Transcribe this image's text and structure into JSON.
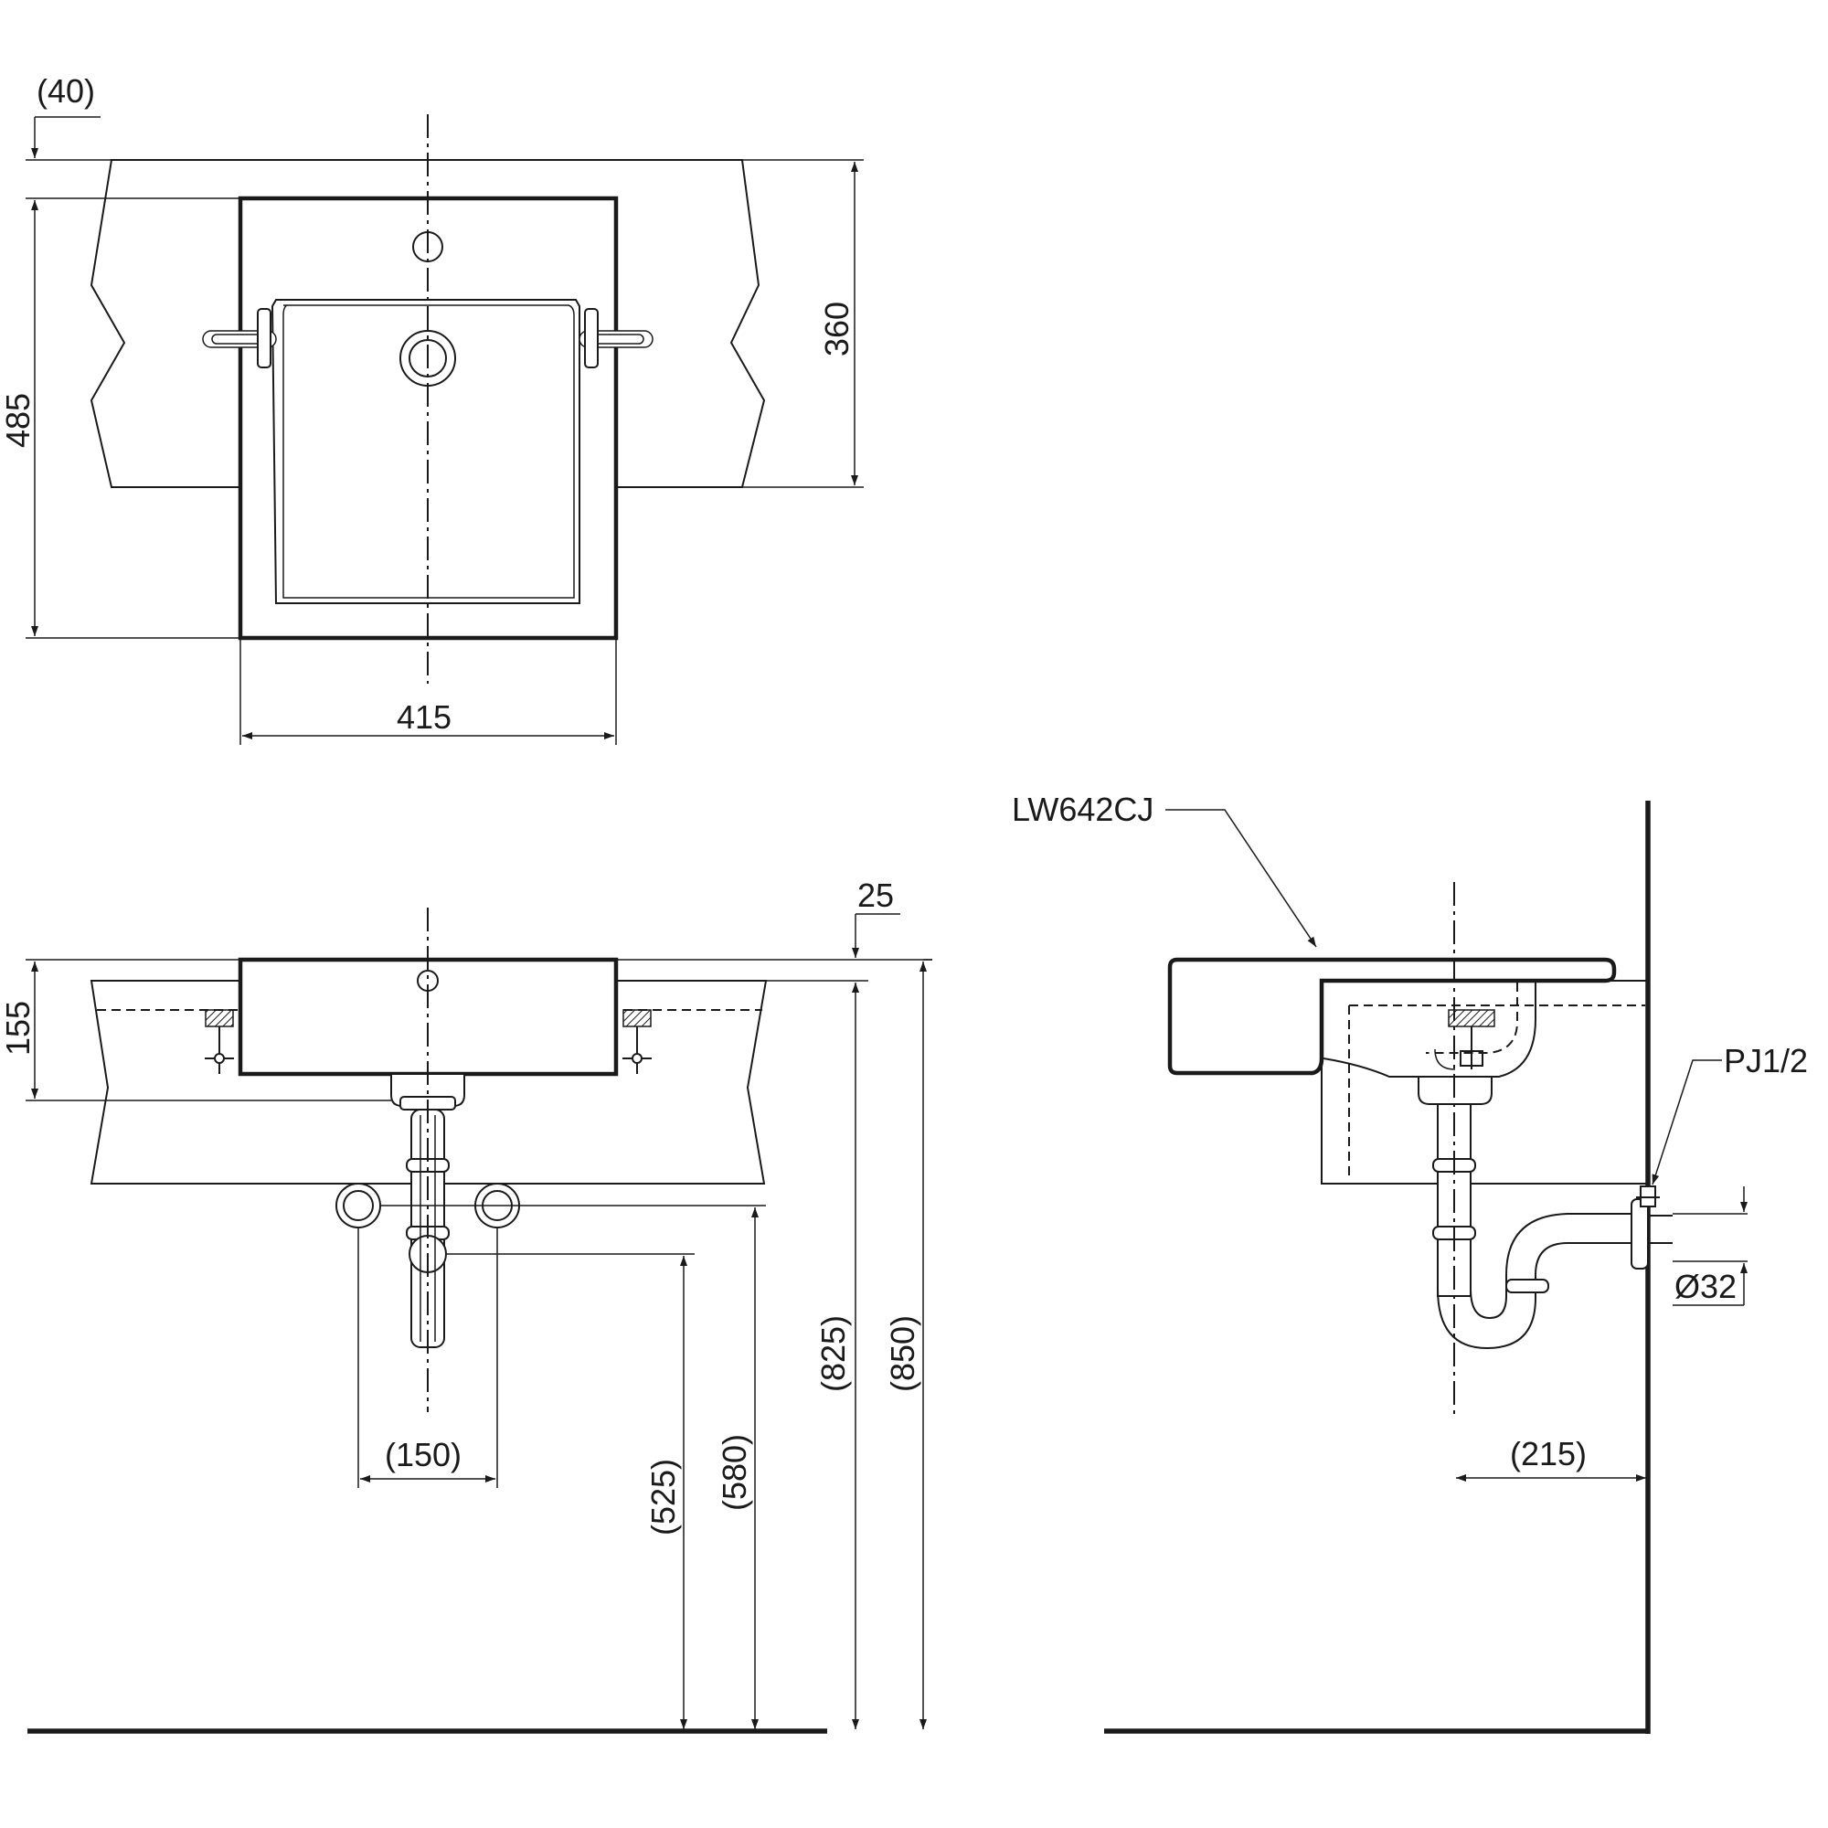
{
  "colors": {
    "line": "#1a1a1a",
    "background": "#ffffff"
  },
  "plan_view": {
    "dim_edge": "(40)",
    "dim_depth_total": "485",
    "dim_depth_counter": "360",
    "dim_width": "415"
  },
  "front_view": {
    "dim_top_thickness": "25",
    "dim_basin_height": "155",
    "dim_supply_spacing": "(150)",
    "dim_trap_height": "(525)",
    "dim_supply_height": "(580)",
    "dim_counter_height": "(825)",
    "dim_rim_height": "(850)"
  },
  "side_view": {
    "model_label": "LW642CJ",
    "supply_label": "PJ1/2",
    "drain_label": "Ø32",
    "dim_wall_offset": "(215)"
  }
}
